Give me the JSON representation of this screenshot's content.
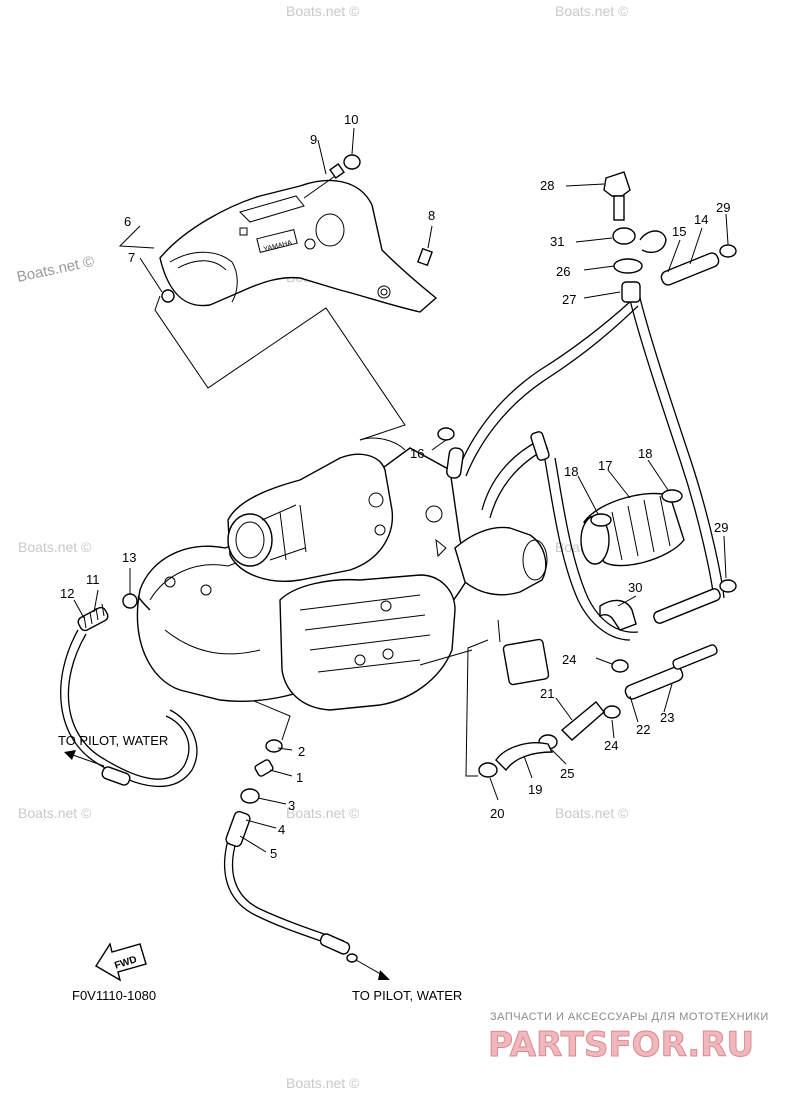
{
  "diagram_code": "F0V1110-1080",
  "direction_labels": [
    "TO PILOT, WATER",
    "TO PILOT, WATER"
  ],
  "fwd_label": "FWD",
  "embossed_text": "YAMAHA",
  "watermarks": [
    "Boats.net ©",
    "Boats.net ©",
    "Boats.net ©",
    "Boats.net ©",
    "Boats.net ©",
    "Boats.net ©",
    "Boats.net ©",
    "Boats.net ©",
    "Boats.net ©",
    "Boats.net ©"
  ],
  "brand_tagline": "ЗАПЧАСТИ И АКСЕССУАРЫ ДЛЯ МОТОТЕХНИКИ",
  "brand_logo": "PARTSFOR.RU",
  "callouts": [
    "1",
    "2",
    "3",
    "4",
    "5",
    "6",
    "7",
    "8",
    "9",
    "10",
    "11",
    "12",
    "13",
    "14",
    "15",
    "16",
    "17",
    "18",
    "18",
    "19",
    "20",
    "21",
    "22",
    "23",
    "24",
    "24",
    "25",
    "26",
    "27",
    "28",
    "29",
    "29",
    "30",
    "31"
  ]
}
